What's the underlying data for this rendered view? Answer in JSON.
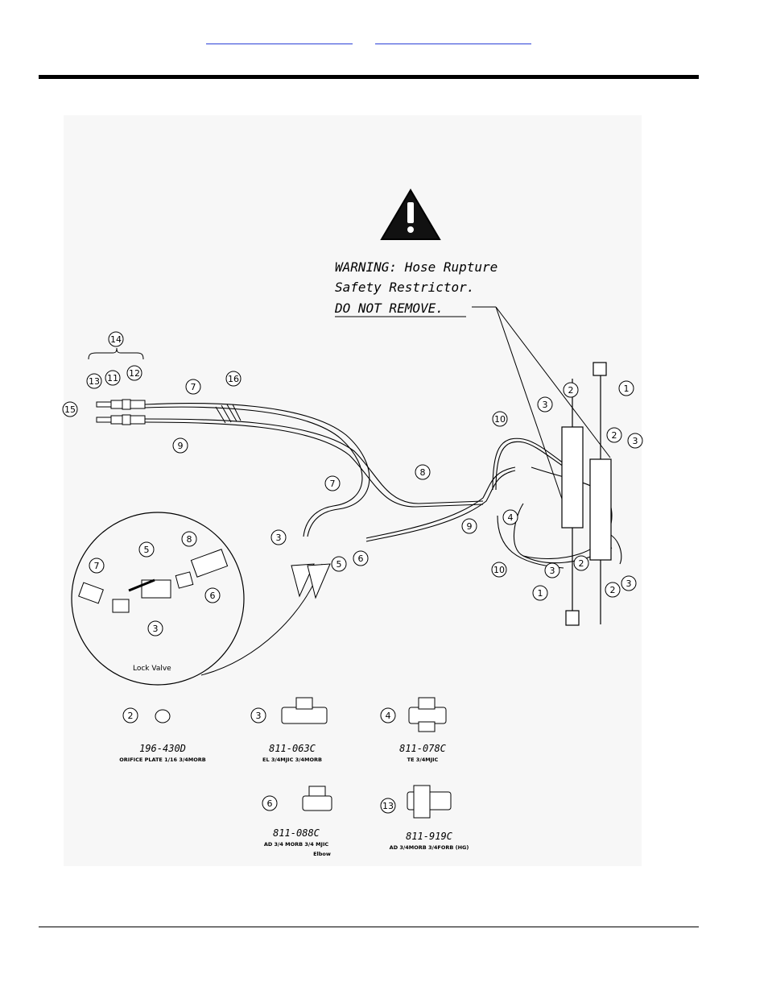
{
  "header": {
    "links": [
      {
        "label": ""
      },
      {
        "label": ""
      }
    ]
  },
  "warning": {
    "line1": "WARNING: Hose Rupture",
    "line2": "Safety Restrictor.",
    "line3": "DO NOT REMOVE."
  },
  "callouts": {
    "c1": "1",
    "c2": "2",
    "c3": "3",
    "c4": "4",
    "c5": "5",
    "c6": "6",
    "c7": "7",
    "c8": "8",
    "c9": "9",
    "c10": "10",
    "c11": "11",
    "c12": "12",
    "c13": "13",
    "c14": "14",
    "c15": "15",
    "c16": "16"
  },
  "inset": {
    "label": "Lock Valve"
  },
  "parts": [
    {
      "item": "2",
      "number": "196-430D",
      "desc": "ORIFICE PLATE 1/16 3/4MORB",
      "desc2": ""
    },
    {
      "item": "3",
      "number": "811-063C",
      "desc": "EL 3/4MJIC 3/4MORB",
      "desc2": ""
    },
    {
      "item": "4",
      "number": "811-078C",
      "desc": "TE 3/4MJIC",
      "desc2": ""
    },
    {
      "item": "6",
      "number": "811-088C",
      "desc": "AD 3/4 MORB 3/4 MJIC",
      "desc2": "Elbow"
    },
    {
      "item": "13",
      "number": "811-919C",
      "desc": "AD 3/4MORB 3/4FORB (HG)",
      "desc2": ""
    }
  ]
}
